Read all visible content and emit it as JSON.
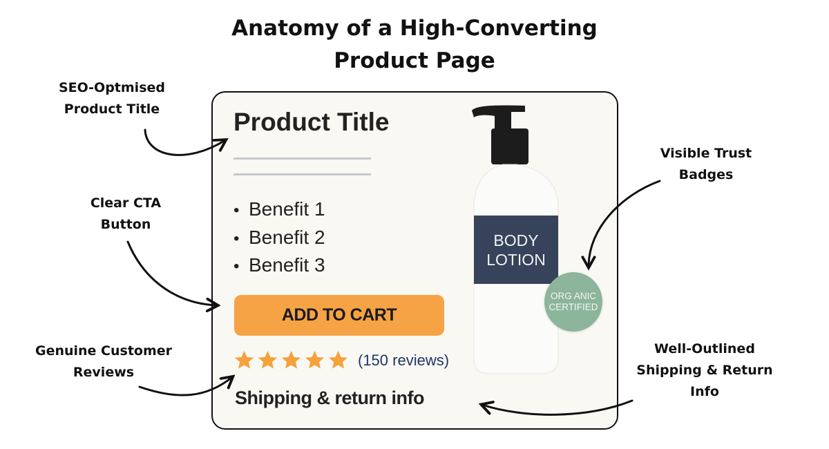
{
  "title": {
    "line1": "Anatomy of a High-Converting",
    "line2": "Product Page"
  },
  "annotations": {
    "seo_title": {
      "line1": "SEO-Optmised",
      "line2": "Product Title"
    },
    "cta": {
      "line1": "Clear CTA",
      "line2": "Button"
    },
    "reviews": {
      "line1": "Genuine Customer",
      "line2": "Reviews"
    },
    "trust": {
      "line1": "Visible Trust",
      "line2": "Badges"
    },
    "shipping": {
      "line1": "Well-Outlined",
      "line2": "Shipping & Return",
      "line3": "Info"
    }
  },
  "product": {
    "title": "Product Title",
    "benefits": [
      "Benefit 1",
      "Benefit 2",
      "Benefit 3"
    ],
    "cta_label": "ADD TO CART",
    "rating": 5,
    "reviews_label": "(150 reviews)",
    "shipping_label": "Shipping & return info",
    "bottle_label": {
      "line1": "BODY",
      "line2": "LOTION"
    },
    "badge": {
      "line1": "ORG ANIC",
      "line2": "CERTIFIED"
    }
  },
  "colors": {
    "cta": "#f6a345",
    "star": "#f5a13c",
    "label": "#36435a",
    "badge": "#8cb59b",
    "reviews": "#1f3566"
  }
}
